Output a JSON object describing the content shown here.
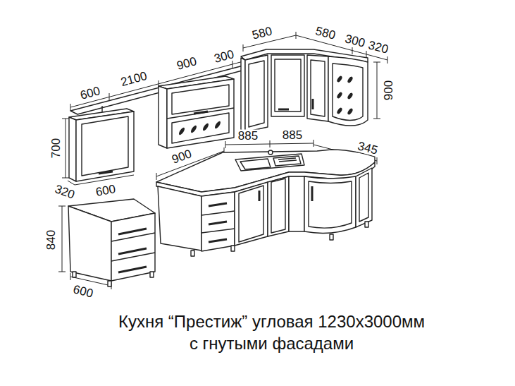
{
  "diagram": {
    "caption": "Кухня “Престиж” угловая 1230х3000мм с гнутыми фасадами",
    "labels": [
      "600",
      "2100",
      "900",
      "300",
      "580",
      "580",
      "300",
      "320",
      "900",
      "885",
      "885",
      "345",
      "700",
      "900",
      "320",
      "600",
      "840",
      "600"
    ]
  }
}
